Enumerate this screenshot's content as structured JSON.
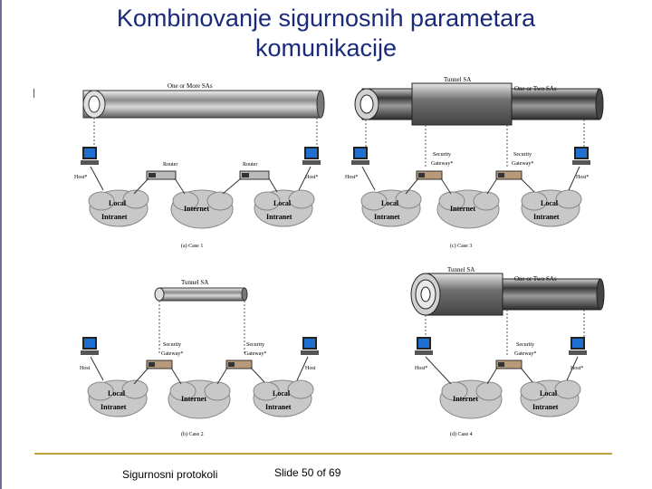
{
  "slide": {
    "title_line1": "Kombinovanje sigurnosnih parametara",
    "title_line2": "komunikacije",
    "footer_left": "Sigurnosni protokoli",
    "footer_right": "Slide 50 of 69"
  },
  "labels": {
    "one_or_more_sas": "One or More SAs",
    "tunnel_sa": "Tunnel SA",
    "one_or_two_sas": "One or Two SAs",
    "router": "Router",
    "security": "Security",
    "gateway": "Gateway*",
    "host": "Host*",
    "host_plain": "Host",
    "local": "Local",
    "intranet": "Intranet",
    "internet": "Internet",
    "case1": "(a) Case 1",
    "case2": "(b) Case 2",
    "case3": "(c) Case 3",
    "case4": "(d) Case 4"
  },
  "colors": {
    "title": "#1a2a7a",
    "footer_rule": "#b9a23a",
    "cloud": "#c8c8c8",
    "screen": "#1e6fd0"
  }
}
